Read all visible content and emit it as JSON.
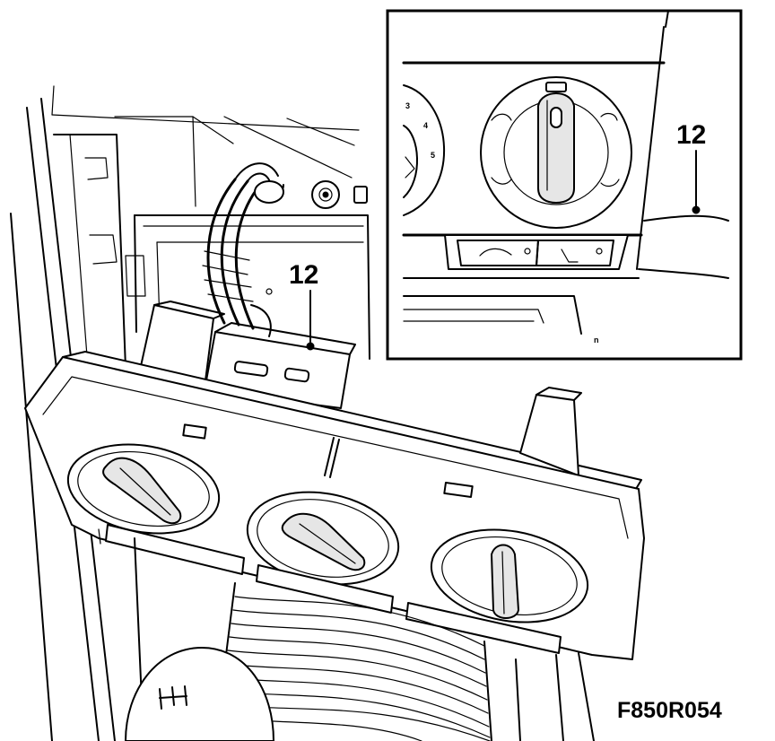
{
  "figure_code": "F850R054",
  "main_view": {
    "callout_label": "12"
  },
  "detail_inset": {
    "callout_label": "12",
    "scale_numbers": [
      "3",
      "4",
      "5"
    ],
    "small_letter": "n"
  }
}
